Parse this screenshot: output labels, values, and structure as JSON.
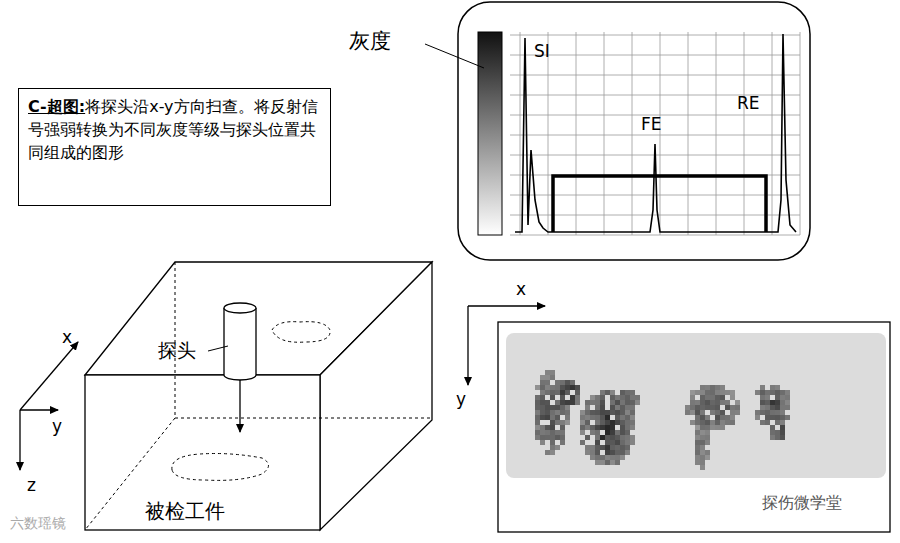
{
  "diagram": {
    "nodes": [
      {
        "text": [
          "C-超图:",
          "将探头沿x-y方向扫查。将反射信号强弱转换为不同灰度等级与探头位置共同组成的图形"
        ]
      }
    ],
    "edges": [],
    "labels": [
      "灰度",
      "SI",
      "FE",
      "RE",
      "x",
      "y",
      "z",
      "探头",
      "被检工件",
      "x",
      "y",
      "探伤微学堂",
      "六数瑶镜"
    ]
  }
}
